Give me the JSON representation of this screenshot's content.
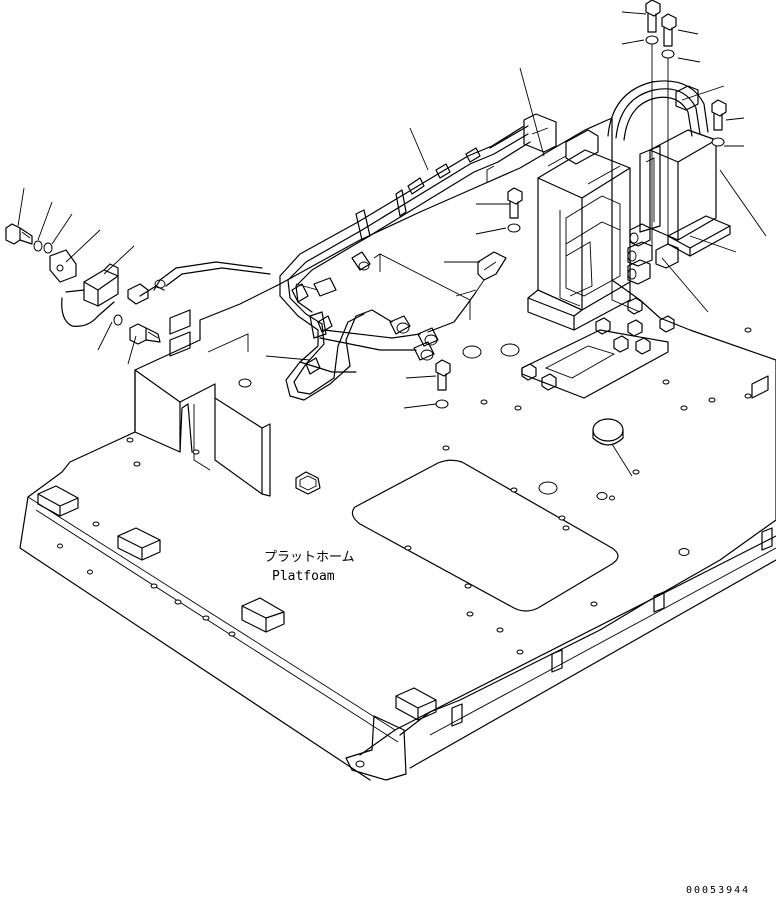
{
  "diagram": {
    "label_jp": "プラットホーム",
    "label_en": "Platfoam",
    "drawing_code": "00053944"
  }
}
